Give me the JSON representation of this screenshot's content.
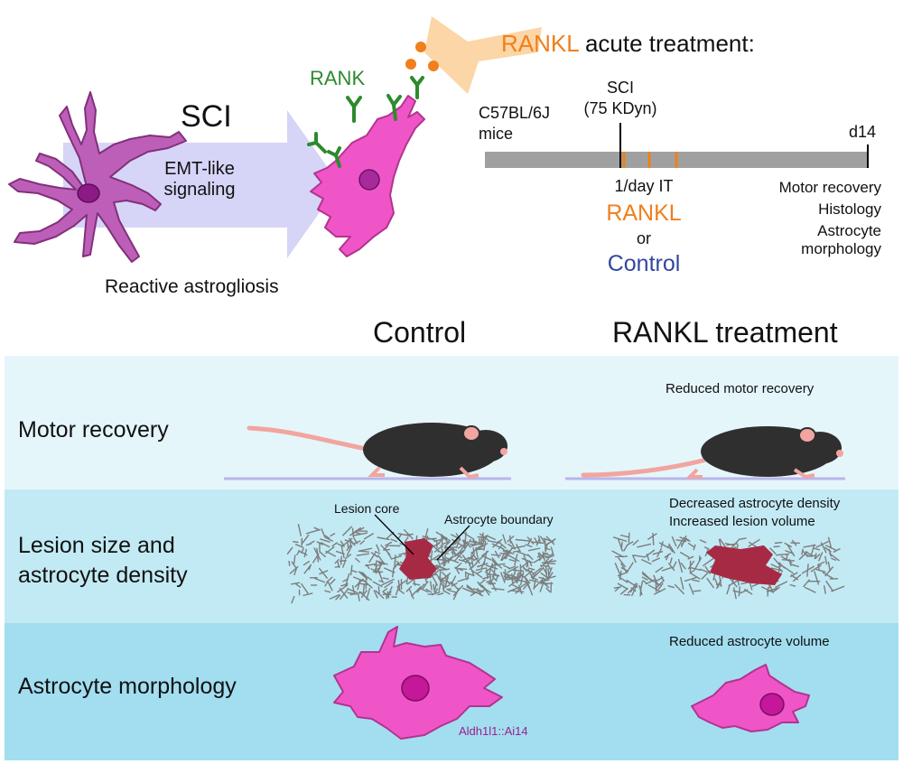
{
  "top": {
    "sci_label": "SCI",
    "emt_line1": "EMT-like",
    "emt_line2": "signaling",
    "reactive_label": "Reactive astrogliosis",
    "rank_label": "RANK"
  },
  "timeline": {
    "title_rankl": "RANKL",
    "title_rest": " acute treatment:",
    "mice_line1": "C57BL/6J",
    "mice_line2": "mice",
    "sci_line1": "SCI",
    "sci_line2": "(75 KDyn)",
    "end_label": "d14",
    "dosing": "1/day IT",
    "rankl": "RANKL",
    "or": "or",
    "control": "Control",
    "outcomes": [
      "Motor recovery",
      "Histology",
      "Astrocyte",
      "morphology"
    ]
  },
  "columns": {
    "control": "Control",
    "rankl": "RANKL treatment"
  },
  "rows": [
    {
      "label_lines": [
        "Motor recovery"
      ],
      "rankl_notes": [
        "Reduced motor recovery"
      ]
    },
    {
      "label_lines": [
        "Lesion size and",
        "astrocyte density"
      ],
      "rankl_notes": [
        "Decreased astrocyte density",
        "Increased lesion volume"
      ]
    },
    {
      "label_lines": [
        "Astrocyte morphology"
      ],
      "rankl_notes": [
        "Reduced astrocyte volume"
      ]
    }
  ],
  "lesion_callouts": {
    "core": "Lesion core",
    "boundary": "Astrocyte boundary"
  },
  "reporter_label": "Aldh1l1::Ai14",
  "colors": {
    "orange": "#f07f1c",
    "blue": "#3346a0",
    "green": "#2d8a2d",
    "magenta": "#e84fc1",
    "purple": "#a5449a",
    "row1": "#e5f6fb",
    "row2": "#c2eaf4",
    "row3": "#a2def0",
    "lesion": "#a72a45"
  }
}
